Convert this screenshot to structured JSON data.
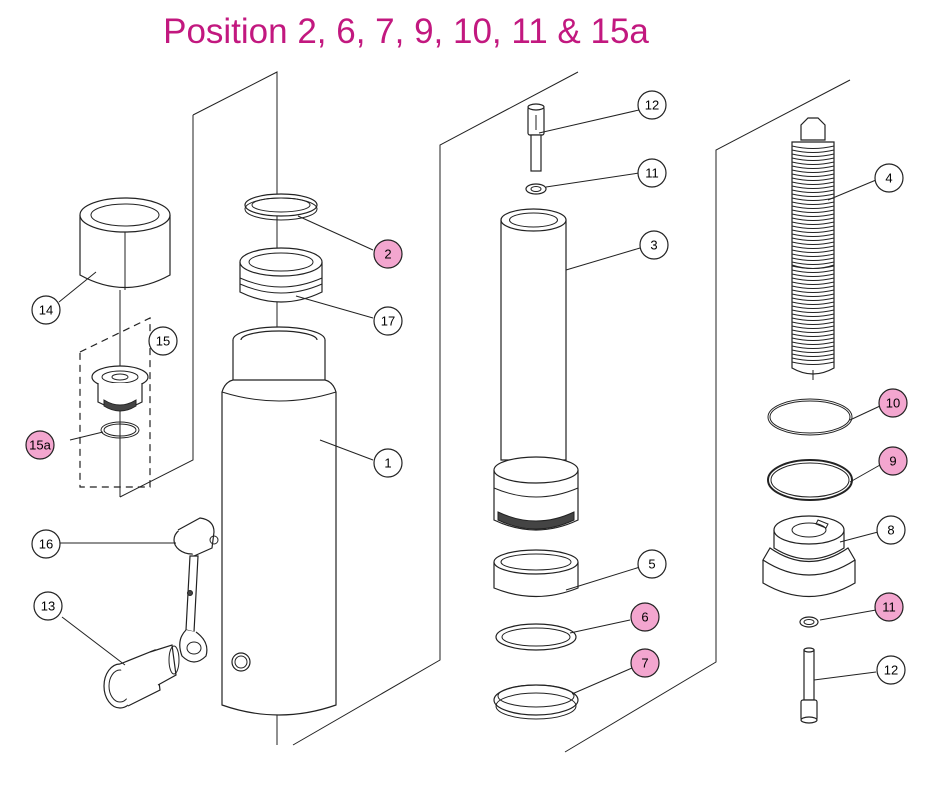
{
  "title": "Position 2, 6, 7, 9, 10, 11 & 15a",
  "colors": {
    "title": "#c2187f",
    "highlight_fill": "#f3a6cf",
    "normal_fill": "#ffffff",
    "line": "#222222"
  },
  "callouts": [
    {
      "id": "c2",
      "label": "2",
      "highlighted": true
    },
    {
      "id": "c17",
      "label": "17",
      "highlighted": false
    },
    {
      "id": "c14",
      "label": "14",
      "highlighted": false
    },
    {
      "id": "c15",
      "label": "15",
      "highlighted": false
    },
    {
      "id": "c15a",
      "label": "15a",
      "highlighted": true
    },
    {
      "id": "c1",
      "label": "1",
      "highlighted": false
    },
    {
      "id": "c16",
      "label": "16",
      "highlighted": false
    },
    {
      "id": "c13",
      "label": "13",
      "highlighted": false
    },
    {
      "id": "c12a",
      "label": "12",
      "highlighted": false
    },
    {
      "id": "c11a",
      "label": "11",
      "highlighted": false
    },
    {
      "id": "c3",
      "label": "3",
      "highlighted": false
    },
    {
      "id": "c5",
      "label": "5",
      "highlighted": false
    },
    {
      "id": "c6",
      "label": "6",
      "highlighted": true
    },
    {
      "id": "c7",
      "label": "7",
      "highlighted": true
    },
    {
      "id": "c4",
      "label": "4",
      "highlighted": false
    },
    {
      "id": "c10",
      "label": "10",
      "highlighted": true
    },
    {
      "id": "c9",
      "label": "9",
      "highlighted": true
    },
    {
      "id": "c8",
      "label": "8",
      "highlighted": false
    },
    {
      "id": "c11b",
      "label": "11",
      "highlighted": true
    },
    {
      "id": "c12b",
      "label": "12",
      "highlighted": false
    }
  ]
}
